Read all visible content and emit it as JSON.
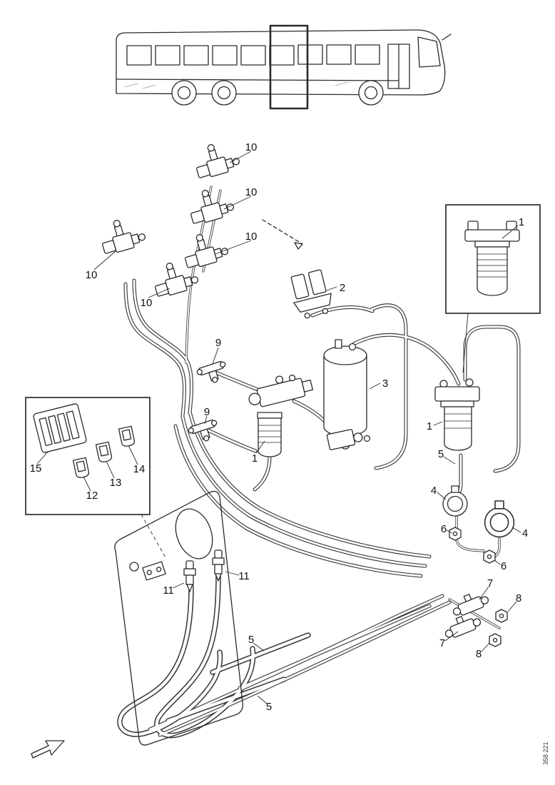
{
  "drawing_number": "358 221",
  "colors": {
    "line": "#2a2a2a",
    "background": "#ffffff"
  },
  "callouts": [
    {
      "label": "10"
    },
    {
      "label": "10"
    },
    {
      "label": "10"
    },
    {
      "label": "10"
    },
    {
      "label": "10"
    },
    {
      "label": "2"
    },
    {
      "label": "1"
    },
    {
      "label": "9"
    },
    {
      "label": "3"
    },
    {
      "label": "9"
    },
    {
      "label": "1"
    },
    {
      "label": "5"
    },
    {
      "label": "1"
    },
    {
      "label": "4"
    },
    {
      "label": "6"
    },
    {
      "label": "4"
    },
    {
      "label": "15"
    },
    {
      "label": "14"
    },
    {
      "label": "13"
    },
    {
      "label": "12"
    },
    {
      "label": "6"
    },
    {
      "label": "7"
    },
    {
      "label": "11"
    },
    {
      "label": "11"
    },
    {
      "label": "8"
    },
    {
      "label": "5"
    },
    {
      "label": "7"
    },
    {
      "label": "8"
    },
    {
      "label": "5"
    }
  ]
}
